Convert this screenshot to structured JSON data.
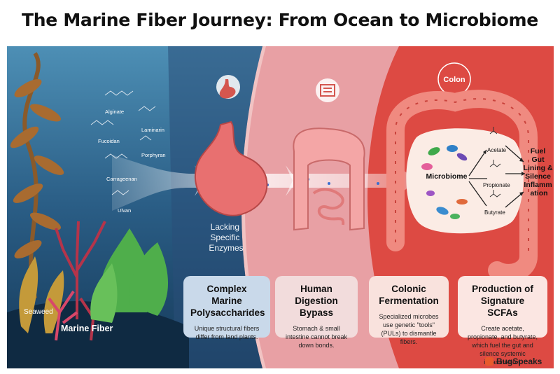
{
  "title": "The Marine Fiber Journey: From Ocean to Microbiome",
  "ocean": {
    "seaweed_label": "Seaweed",
    "marine_fiber_label": "Marine Fiber",
    "polysaccharides": [
      "Alginate",
      "Laminarin",
      "Fucoidan",
      "Porphyran",
      "Carrageenan",
      "Ulvan"
    ]
  },
  "stomach": {
    "note": "Lacking Specific Enzymes"
  },
  "colon": {
    "badge": "Colon",
    "microbiome_label": "Microbiome",
    "scfas": [
      "Acetate",
      "Propionate",
      "Butyrate"
    ],
    "outcome": "Fuel Gut Lining & Silence Inflammation"
  },
  "cards": [
    {
      "heading": "Complex Marine Polysaccharides",
      "body": "Unique structural fibers differ from land plants."
    },
    {
      "heading": "Human Digestion Bypass",
      "body": "Stomach & small intestine cannot break down bonds."
    },
    {
      "heading": "Colonic Fermentation",
      "body": "Specialized microbes use genetic \"tools\" (PULs) to dismantle fibers."
    },
    {
      "heading": "Production of Signature SCFAs",
      "body": "Create acetate, propionate, and butyrate, which fuel the gut and silence systemic inflammation."
    }
  ],
  "brand": "BugSpeaks",
  "colors": {
    "ocean": "#1f4f74",
    "stomach_panel": "#e59aa0",
    "colon_panel": "#dd4a43"
  }
}
